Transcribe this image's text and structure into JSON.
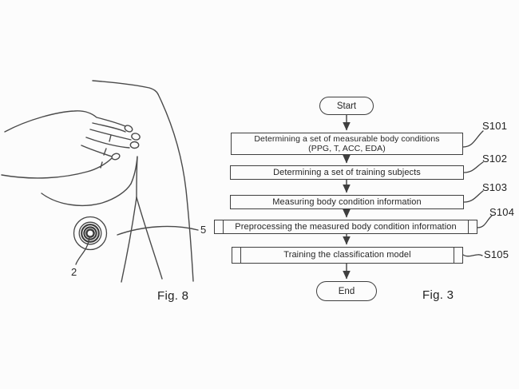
{
  "page": {
    "background_color": "#fcfcfc",
    "line_color": "#454545",
    "text_color": "#262626"
  },
  "fig8": {
    "caption": "Fig. 8",
    "description": "hand pressing on upper arm with round sensor attached",
    "ref_sensor": "2",
    "ref_band": "5"
  },
  "fig3": {
    "caption": "Fig. 3",
    "start_label": "Start",
    "end_label": "End",
    "steps": [
      {
        "id": "S101",
        "shape": "process",
        "line1": "Determining a set of measurable body conditions",
        "line2": "(PPG, T, ACC, EDA)"
      },
      {
        "id": "S102",
        "shape": "process",
        "line1": "Determining a set of training subjects"
      },
      {
        "id": "S103",
        "shape": "process",
        "line1": "Measuring body condition information"
      },
      {
        "id": "S104",
        "shape": "subroutine",
        "line1": "Preprocessing the measured body condition information"
      },
      {
        "id": "S105",
        "shape": "subroutine",
        "line1": "Training the classification model"
      }
    ]
  }
}
